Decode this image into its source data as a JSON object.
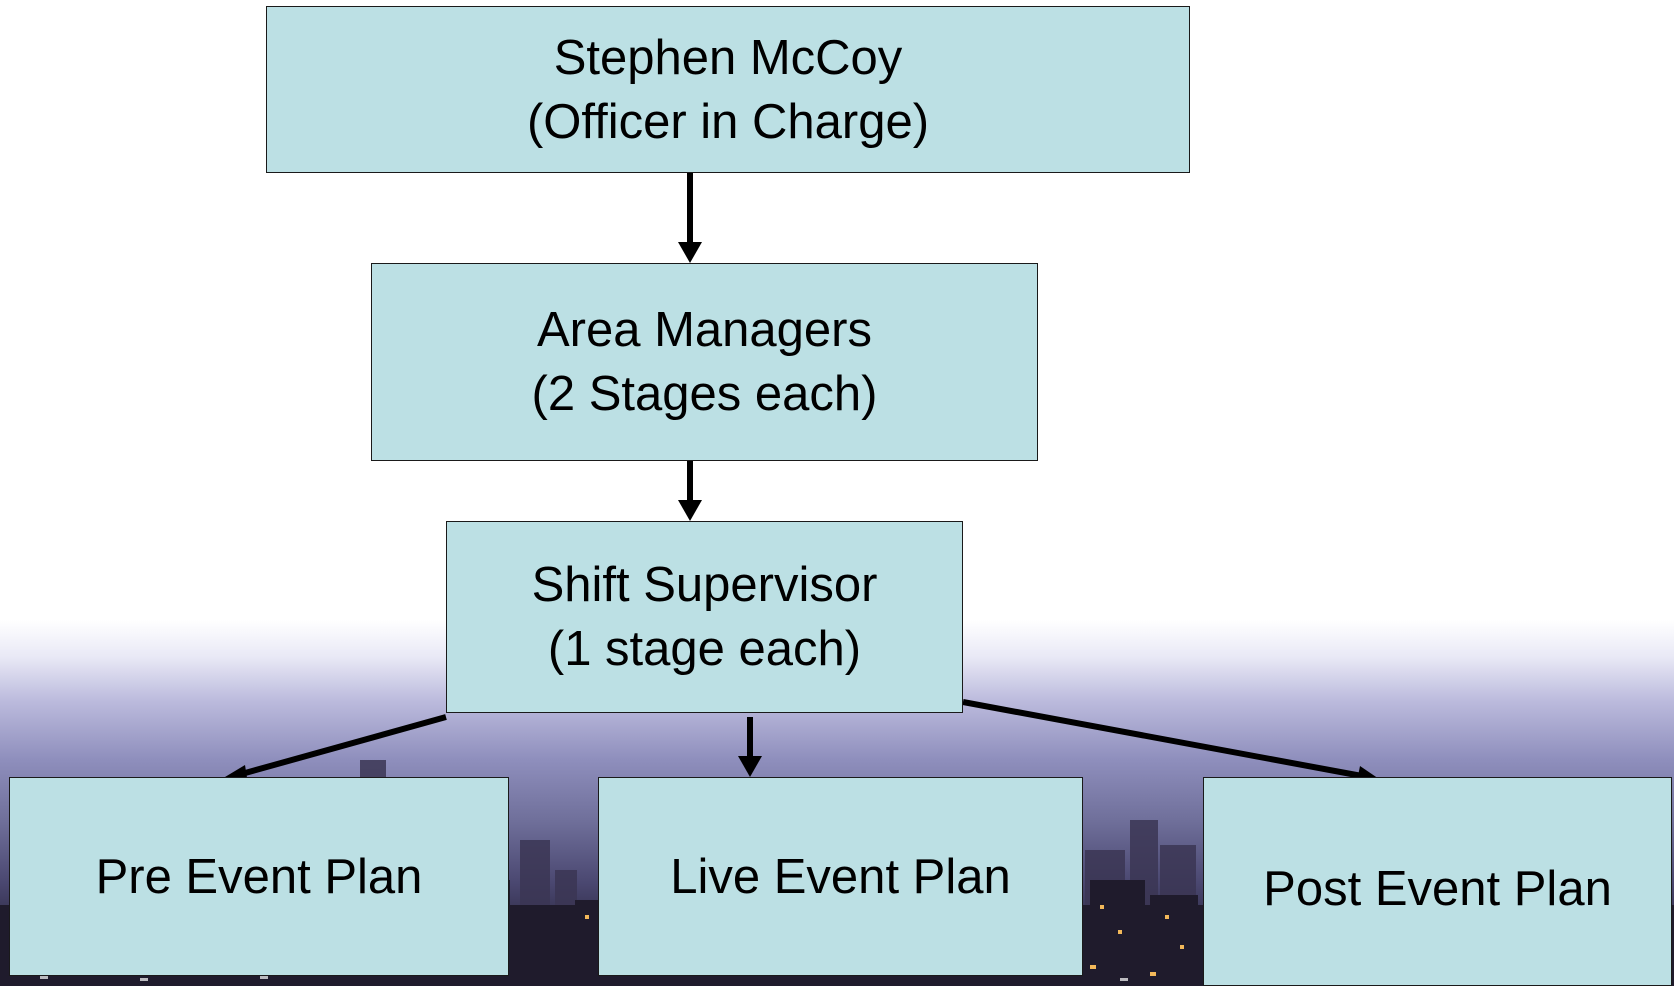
{
  "colors": {
    "box_fill": "#bce0e4",
    "box_border": "#1a1a1a",
    "arrow": "#000000",
    "text": "#000000"
  },
  "nodes": {
    "officer": {
      "name": "Stephen McCoy",
      "role": "(Officer in Charge)"
    },
    "area_managers": {
      "name": "Area Managers",
      "role": "(2 Stages each)"
    },
    "shift_supervisor": {
      "name": "Shift Supervisor",
      "role": "(1 stage each)"
    },
    "pre_event": {
      "name": "Pre Event Plan"
    },
    "live_event": {
      "name": "Live Event Plan"
    },
    "post_event": {
      "name": "Post Event Plan"
    }
  },
  "edges": [
    {
      "from": "officer",
      "to": "area_managers"
    },
    {
      "from": "area_managers",
      "to": "shift_supervisor"
    },
    {
      "from": "shift_supervisor",
      "to": "pre_event"
    },
    {
      "from": "shift_supervisor",
      "to": "live_event"
    },
    {
      "from": "shift_supervisor",
      "to": "post_event"
    }
  ],
  "background": {
    "description_icon": "city-skyline-night"
  }
}
